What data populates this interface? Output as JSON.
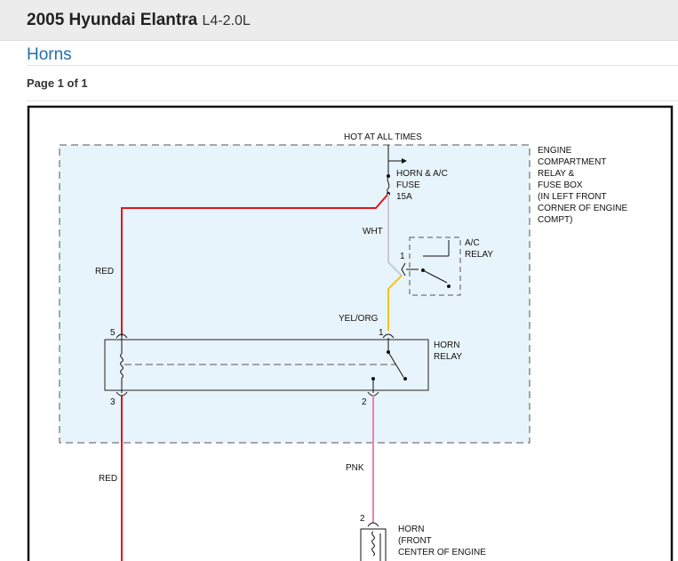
{
  "header": {
    "vehicle_name": "2005 Hyundai Elantra",
    "engine": "L4-2.0L"
  },
  "section": {
    "title": "Horns",
    "page": "Page 1 of 1"
  },
  "diagram": {
    "power_label": "HOT AT ALL TIMES",
    "fuse": {
      "line1": "HORN & A/C",
      "line2": "FUSE",
      "rating": "15A"
    },
    "box_label": [
      "ENGINE",
      "COMPARTMENT",
      "RELAY &",
      "FUSE BOX",
      "(IN LEFT FRONT",
      "CORNER OF ENGINE",
      "COMPT)"
    ],
    "ac_relay": {
      "line1": "A/C",
      "line2": "RELAY",
      "pin": "1"
    },
    "horn_relay": {
      "line1": "HORN",
      "line2": "RELAY",
      "pins": {
        "p5": "5",
        "p1": "1",
        "p3": "3",
        "p2": "2"
      }
    },
    "horn": {
      "line1": "HORN",
      "line2": "(FRONT",
      "line3": "CENTER OF ENGINE",
      "pin": "2"
    },
    "wires": {
      "red_upper": "RED",
      "red_lower": "RED",
      "wht": "WHT",
      "yel_org": "YEL/ORG",
      "pnk": "PNK"
    },
    "colors": {
      "red": "#e0161b",
      "white_wire": "#c9c9d4",
      "yellow": "#f5c518",
      "pink": "#ef7fb6",
      "box_fill": "#e8f4fb",
      "dash": "#555555"
    }
  }
}
